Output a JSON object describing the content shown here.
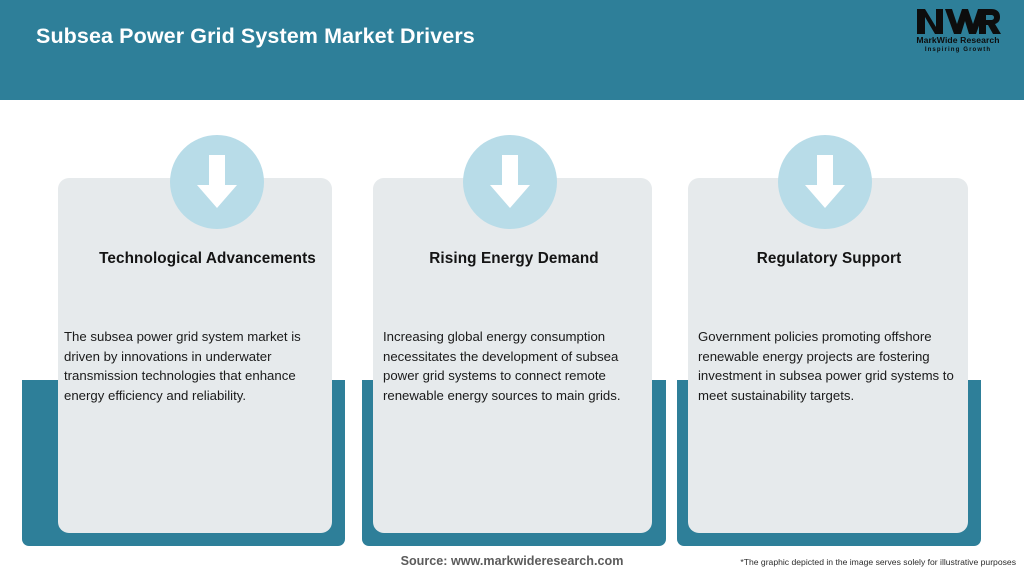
{
  "header": {
    "title": "Subsea Power Grid System Market Drivers",
    "background_color": "#2e7f99",
    "title_color": "#ffffff"
  },
  "logo": {
    "mark": "MWR",
    "name": "MarkWide Research",
    "tagline": "Inspiring Growth"
  },
  "theme": {
    "accent_teal": "#2e7f99",
    "panel_grey": "#e6eaec",
    "circle_blue": "#b8dce8",
    "page_background": "#ffffff"
  },
  "cards": [
    {
      "icon": "arrow-down-icon",
      "title": "Technological Advancements",
      "body": "The subsea power grid system market is driven by innovations in underwater transmission technologies that enhance energy efficiency and reliability."
    },
    {
      "icon": "arrow-down-icon",
      "title": "Rising Energy Demand",
      "body": "Increasing global energy consumption necessitates the development of subsea power grid systems to connect remote renewable energy sources to main grids."
    },
    {
      "icon": "arrow-down-icon",
      "title": "Regulatory Support",
      "body": "Government policies promoting offshore renewable energy projects are fostering investment in subsea power grid systems to meet sustainability targets."
    }
  ],
  "footer": {
    "source": "Source: www.markwideresearch.com",
    "disclaimer": "*The graphic depicted in the image serves solely for illustrative purposes"
  }
}
